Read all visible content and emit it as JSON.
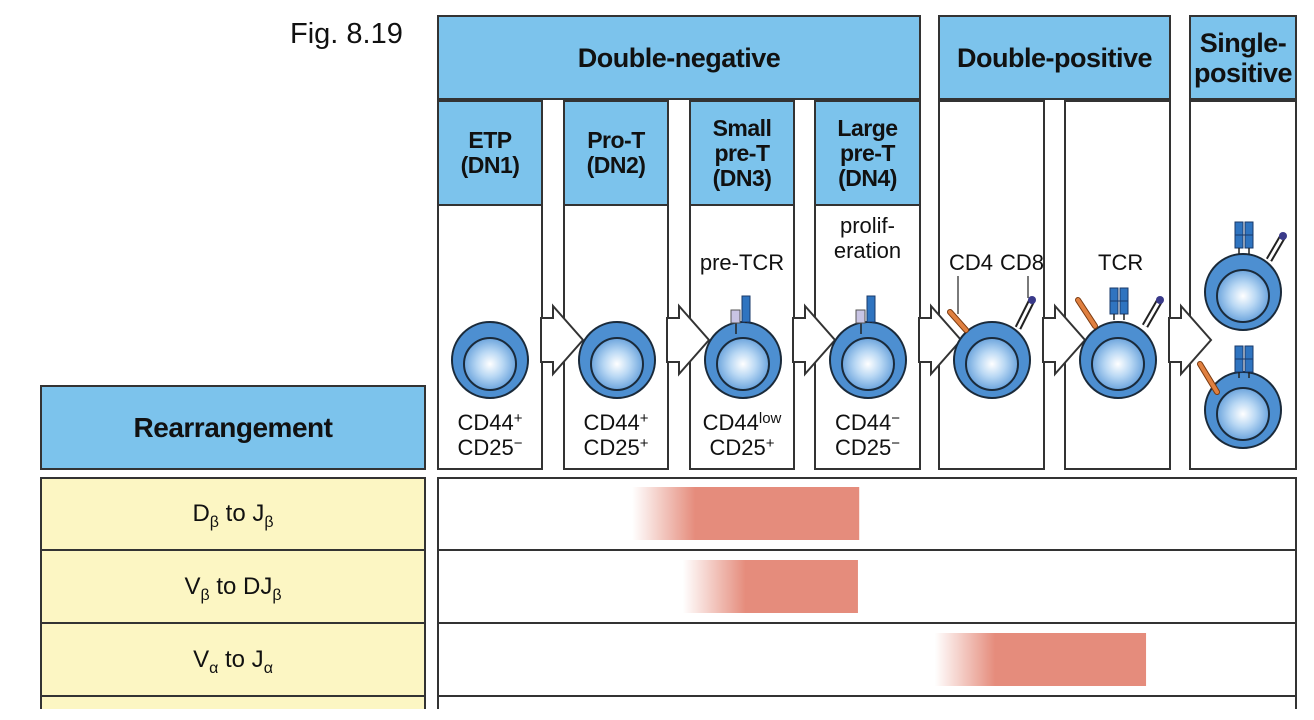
{
  "figure_label": "Fig. 8.19",
  "phases": [
    {
      "id": "double-negative",
      "label": "Double-negative"
    },
    {
      "id": "double-positive",
      "label": "Double-positive"
    },
    {
      "id": "single-positive",
      "label": "Single-\npositive"
    }
  ],
  "stages": [
    {
      "id": "dn1",
      "label": "ETP\n(DN1)",
      "marker_cd44": "CD44",
      "marker_cd44_sup": "+",
      "marker_cd25": "CD25",
      "marker_cd25_sup": "−"
    },
    {
      "id": "dn2",
      "label": "Pro-T\n(DN2)",
      "marker_cd44": "CD44",
      "marker_cd44_sup": "+",
      "marker_cd25": "CD25",
      "marker_cd25_sup": "+"
    },
    {
      "id": "dn3",
      "label": "Small\npre-T\n(DN3)",
      "annotation": "pre-TCR",
      "marker_cd44": "CD44",
      "marker_cd44_sup": "low",
      "marker_cd25": "CD25",
      "marker_cd25_sup": "+"
    },
    {
      "id": "dn4",
      "label": "Large\npre-T\n(DN4)",
      "annotation": "prolif-\neration",
      "marker_cd44": "CD44",
      "marker_cd44_sup": "−",
      "marker_cd25": "CD25",
      "marker_cd25_sup": "−"
    }
  ],
  "double_positive_annotations": {
    "cd4": "CD4",
    "cd8": "CD8",
    "tcr": "TCR"
  },
  "rearrangement": {
    "header": "Rearrangement",
    "rows": [
      {
        "main1": "D",
        "sub1": "β",
        "mid": " to J",
        "sub2": "β",
        "tail": "",
        "start_stage": 1.55,
        "solid_stage": 2.05,
        "end_stage": 3.36
      },
      {
        "main1": "V",
        "sub1": "β",
        "mid": " to DJ",
        "sub2": "β",
        "tail": "",
        "start_stage": 1.95,
        "solid_stage": 2.45,
        "end_stage": 3.35
      },
      {
        "main1": "V",
        "sub1": "α",
        "mid": " to J",
        "sub2": "α",
        "tail": "",
        "start_stage": 3.95,
        "solid_stage": 4.45,
        "end_stage": 5.65
      }
    ]
  },
  "colors": {
    "header_blue": "#7cc3ec",
    "cell_blue": "#4d8fd1",
    "rearrangement_bar": "#e58c7c",
    "label_yellow": "#fcf6c3",
    "cd4_orange": "#e08040",
    "cd8_purple": "#3a3a8a",
    "pretalpha_lavender": "#c8c4e4",
    "tcr_blue": "#2f74c0"
  }
}
